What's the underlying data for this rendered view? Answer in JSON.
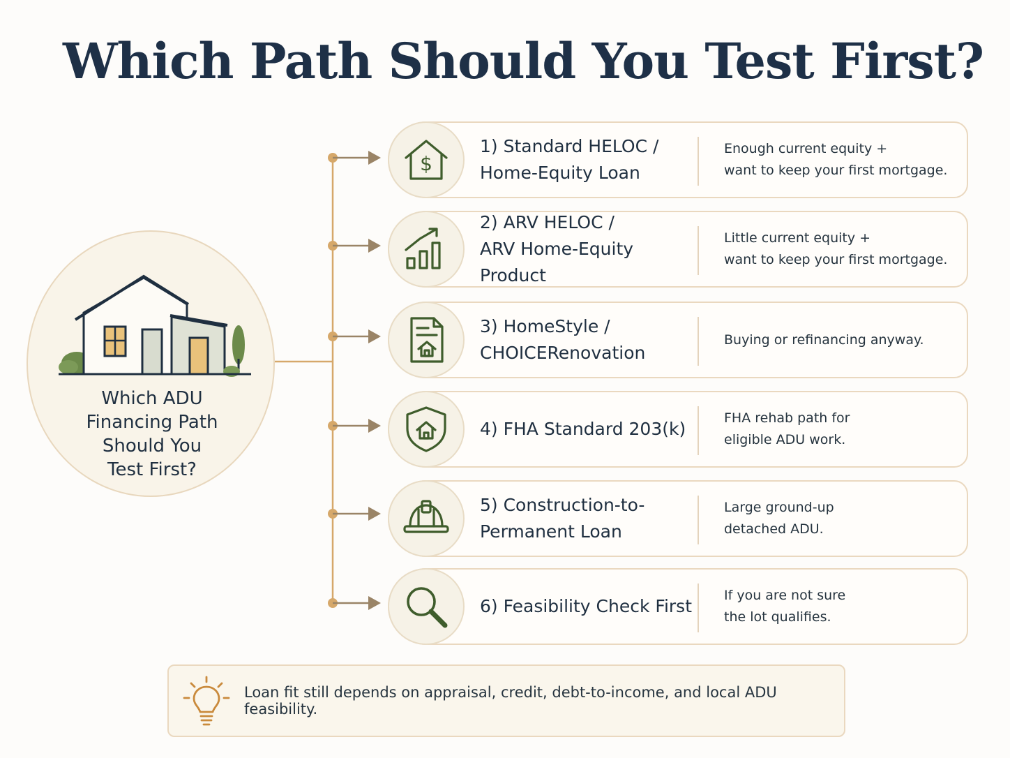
{
  "title": "Which Path Should You Test First?",
  "hub": {
    "label": "Which ADU\nFinancing Path\nShould You\nTest First?"
  },
  "paths": [
    {
      "title": "1) Standard HELOC /\nHome-Equity Loan",
      "description": "Enough current equity +\nwant to keep your first mortgage.",
      "icon": "house-dollar-icon"
    },
    {
      "title": "2) ARV HELOC /\nARV Home-Equity Product",
      "description": "Little current equity +\nwant to keep your first mortgage.",
      "icon": "growth-chart-icon"
    },
    {
      "title": "3) HomeStyle /\nCHOICERenovation",
      "description": "Buying or refinancing anyway.",
      "icon": "document-house-icon"
    },
    {
      "title": "4) FHA Standard 203(k)",
      "description": "FHA rehab path for\neligible ADU work.",
      "icon": "shield-house-icon"
    },
    {
      "title": "5) Construction-to-\nPermanent Loan",
      "description": "Large ground-up\ndetached ADU.",
      "icon": "hard-hat-icon"
    },
    {
      "title": "6) Feasibility Check First",
      "description": "If you are not sure\nthe lot qualifies.",
      "icon": "magnifier-icon"
    }
  ],
  "note": {
    "text": "Loan fit still depends on appraisal, credit, debt-to-income, and local ADU feasibility.",
    "icon": "lightbulb-icon"
  },
  "colors": {
    "title": "#1e3047",
    "icon_green": "#3f5d2c",
    "connector": "#d6a86a",
    "arrow": "#9a8466",
    "card_border": "#ead8bf"
  }
}
